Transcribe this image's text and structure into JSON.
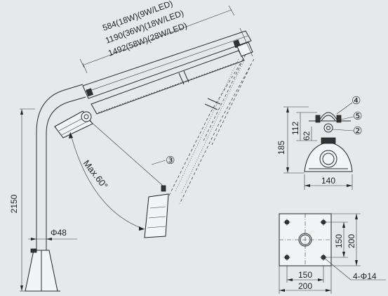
{
  "pole": {
    "height": "2150",
    "diameter": "Φ48"
  },
  "arm": {
    "angle_label": "Max.60°",
    "length_labels": [
      "584(18W)(9W/LED)",
      "1190(36W)(18W/LED)",
      "1492(58W)(28W/LED)"
    ]
  },
  "callouts": [
    "③",
    "④",
    "⑤",
    "②"
  ],
  "clamp_view": {
    "dim_112": "112",
    "dim_62": "62",
    "dim_185": "185",
    "dim_140": "140"
  },
  "base_plate": {
    "dim_150_v": "150",
    "dim_200_v": "200",
    "dim_150_h": "150",
    "dim_200_h": "200",
    "holes": "4-Φ14"
  }
}
